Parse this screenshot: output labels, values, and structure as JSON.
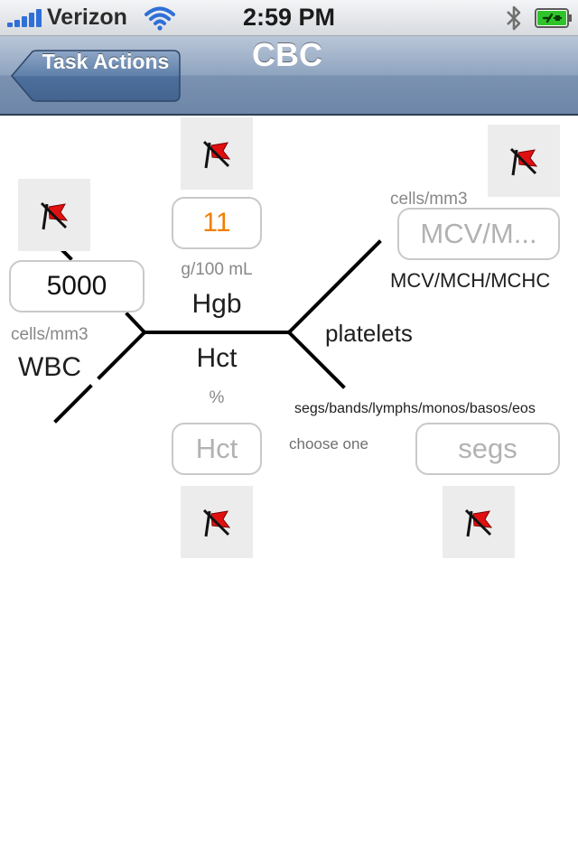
{
  "status_bar": {
    "carrier": "Verizon",
    "time": "2:59 PM",
    "icons": [
      "signal-bars-icon",
      "wifi-icon",
      "bluetooth-icon",
      "battery-charging-icon"
    ],
    "battery_color": "#2fc52a"
  },
  "nav": {
    "back_label": "Task Actions",
    "title": "CBC",
    "bar_color": "#7b92b1"
  },
  "wbc": {
    "value": "5000",
    "unit": "cells/mm3",
    "name": "WBC"
  },
  "hgb": {
    "value": "11",
    "value_color": "#f07f00",
    "unit": "g/100 mL",
    "name": "Hgb"
  },
  "hct": {
    "name": "Hct",
    "unit": "%",
    "placeholder": "Hct"
  },
  "platelets": {
    "name": "platelets"
  },
  "mcv": {
    "unit": "cells/mm3",
    "placeholder": "MCV/M...",
    "name": "MCV/MCH/MCHC"
  },
  "differential": {
    "name": "segs/bands/lymphs/monos/basos/eos",
    "hint": "choose one",
    "placeholder": "segs"
  },
  "flag_icon": "flag-crossed-icon"
}
